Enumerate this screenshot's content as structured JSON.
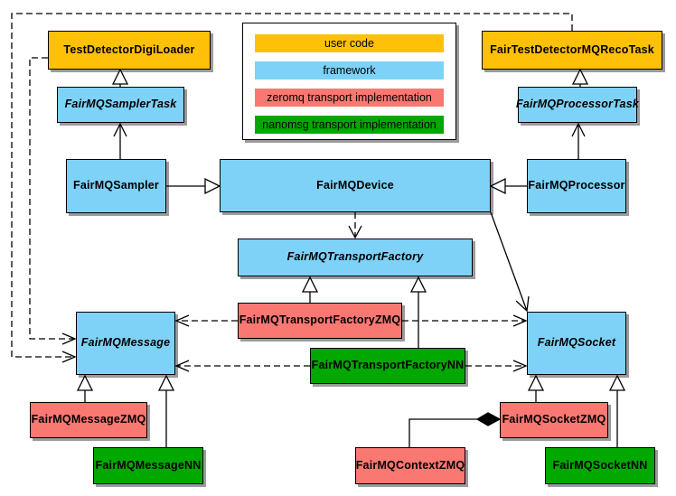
{
  "title": "FairMQ class diagram",
  "colors": {
    "user": "#FFC107",
    "framework": "#7ED2F7",
    "zeromq": "#F97872",
    "nanomsg": "#00A800",
    "shadow": "#9B9B9B"
  },
  "legend": {
    "items": [
      {
        "label": "user code",
        "category": "user"
      },
      {
        "label": "framework",
        "category": "framework"
      },
      {
        "label": "zeromq transport implementation",
        "category": "zeromq"
      },
      {
        "label": "nanomsg transport implementation",
        "category": "nanomsg"
      }
    ]
  },
  "nodes": {
    "testdetectordigiloader": {
      "label": "TestDetectorDigiLoader",
      "category": "user",
      "abstract": false
    },
    "fairtestdetectormqrecotask": {
      "label": "FairTestDetectorMQRecoTask",
      "category": "user",
      "abstract": false
    },
    "fairmqsamplertask": {
      "label": "FairMQSamplerTask",
      "category": "framework",
      "abstract": true
    },
    "fairmqprocessortask": {
      "label": "FairMQProcessorTask",
      "category": "framework",
      "abstract": true
    },
    "fairmqsampler": {
      "label": "FairMQSampler",
      "category": "framework",
      "abstract": false
    },
    "fairmqdevice": {
      "label": "FairMQDevice",
      "category": "framework",
      "abstract": false
    },
    "fairmqprocessor": {
      "label": "FairMQProcessor",
      "category": "framework",
      "abstract": false
    },
    "fairmqtransportfactory": {
      "label": "FairMQTransportFactory",
      "category": "framework",
      "abstract": true
    },
    "fairmqtransportfactoryzmq": {
      "label": "FairMQTransportFactoryZMQ",
      "category": "zeromq",
      "abstract": false
    },
    "fairmqtransportfactorynn": {
      "label": "FairMQTransportFactoryNN",
      "category": "nanomsg",
      "abstract": false
    },
    "fairmqmessage": {
      "label": "FairMQMessage",
      "category": "framework",
      "abstract": true
    },
    "fairmqsocket": {
      "label": "FairMQSocket",
      "category": "framework",
      "abstract": true
    },
    "fairmqmessagezmq": {
      "label": "FairMQMessageZMQ",
      "category": "zeromq",
      "abstract": false
    },
    "fairmqmessagenn": {
      "label": "FairMQMessageNN",
      "category": "nanomsg",
      "abstract": false
    },
    "fairmqsocketzmq": {
      "label": "FairMQSocketZMQ",
      "category": "zeromq",
      "abstract": false
    },
    "fairmqsocketnn": {
      "label": "FairMQSocketNN",
      "category": "nanomsg",
      "abstract": false
    },
    "fairmqcontextzmq": {
      "label": "FairMQContextZMQ",
      "category": "zeromq",
      "abstract": false
    }
  },
  "edges": [
    {
      "from": "FairMQSamplerTask",
      "to": "TestDetectorDigiLoader",
      "type": "inheritance",
      "line": "solid"
    },
    {
      "from": "FairMQProcessorTask",
      "to": "FairTestDetectorMQRecoTask",
      "type": "inheritance",
      "line": "solid"
    },
    {
      "from": "FairMQSampler",
      "to": "FairMQSamplerTask",
      "type": "association",
      "line": "solid"
    },
    {
      "from": "FairMQProcessor",
      "to": "FairMQProcessorTask",
      "type": "association",
      "line": "solid"
    },
    {
      "from": "FairMQSampler",
      "to": "FairMQDevice",
      "type": "inheritance",
      "line": "solid"
    },
    {
      "from": "FairMQProcessor",
      "to": "FairMQDevice",
      "type": "inheritance",
      "line": "solid"
    },
    {
      "from": "FairMQDevice",
      "to": "FairMQTransportFactory",
      "type": "dependency",
      "line": "dashed"
    },
    {
      "from": "FairMQDevice",
      "to": "FairMQSocket",
      "type": "association",
      "line": "solid"
    },
    {
      "from": "FairMQTransportFactoryZMQ",
      "to": "FairMQTransportFactory",
      "type": "inheritance",
      "line": "solid"
    },
    {
      "from": "FairMQTransportFactoryNN",
      "to": "FairMQTransportFactory",
      "type": "inheritance",
      "line": "solid"
    },
    {
      "from": "TestDetectorDigiLoader",
      "to": "FairMQMessage",
      "type": "dependency",
      "line": "dashed"
    },
    {
      "from": "FairTestDetectorMQRecoTask",
      "to": "FairMQMessage",
      "type": "dependency",
      "line": "dashed"
    },
    {
      "from": "FairMQTransportFactoryZMQ",
      "to": "FairMQMessage",
      "type": "dependency",
      "line": "dashed"
    },
    {
      "from": "FairMQTransportFactoryZMQ",
      "to": "FairMQSocket",
      "type": "dependency",
      "line": "dashed"
    },
    {
      "from": "FairMQTransportFactoryNN",
      "to": "FairMQMessage",
      "type": "dependency",
      "line": "dashed"
    },
    {
      "from": "FairMQTransportFactoryNN",
      "to": "FairMQSocket",
      "type": "dependency",
      "line": "dashed"
    },
    {
      "from": "FairMQMessageZMQ",
      "to": "FairMQMessage",
      "type": "inheritance",
      "line": "solid"
    },
    {
      "from": "FairMQMessageNN",
      "to": "FairMQMessage",
      "type": "inheritance",
      "line": "solid"
    },
    {
      "from": "FairMQSocketZMQ",
      "to": "FairMQSocket",
      "type": "inheritance",
      "line": "solid"
    },
    {
      "from": "FairMQSocketNN",
      "to": "FairMQSocket",
      "type": "inheritance",
      "line": "solid"
    },
    {
      "from": "FairMQContextZMQ",
      "to": "FairMQSocketZMQ",
      "type": "composition",
      "line": "solid"
    }
  ]
}
